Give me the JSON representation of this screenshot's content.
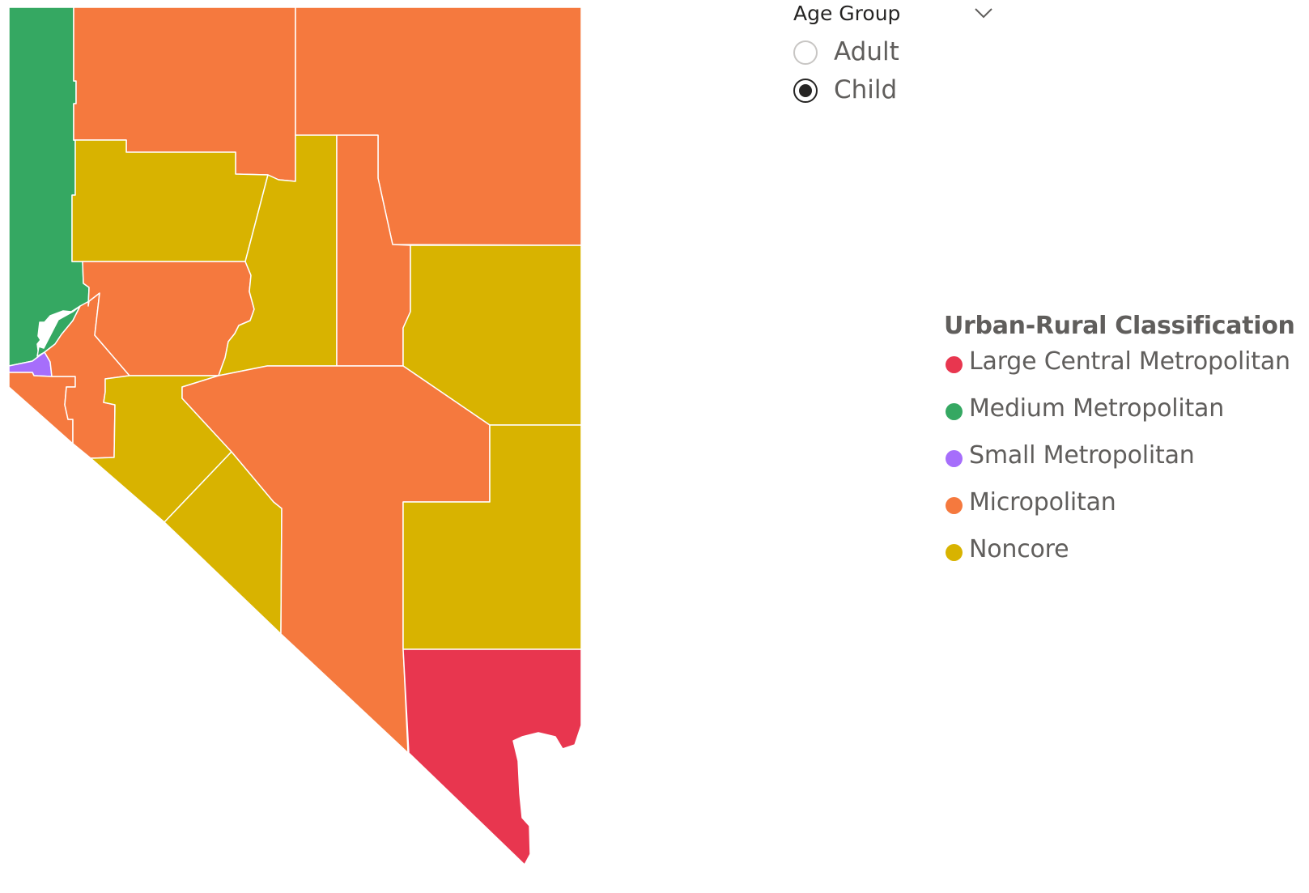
{
  "slicer": {
    "title": "Age Group",
    "options": [
      {
        "label": "Adult",
        "selected": false
      },
      {
        "label": "Child",
        "selected": true
      }
    ],
    "chevron_icon": "chevron-down-icon"
  },
  "legend": {
    "title": "Urban-Rural Classification",
    "items": [
      {
        "label": "Large Central Metropolitan",
        "color": "#E8364F"
      },
      {
        "label": "Medium Metropolitan",
        "color": "#35A862"
      },
      {
        "label": "Small Metropolitan",
        "color": "#A66EFB"
      },
      {
        "label": "Micropolitan",
        "color": "#F5793E"
      },
      {
        "label": "Noncore",
        "color": "#D8B300"
      }
    ]
  },
  "map": {
    "state": "Nevada",
    "counties": [
      {
        "id": "washoe",
        "class": "Medium Metropolitan"
      },
      {
        "id": "storey",
        "class": "Medium Metropolitan"
      },
      {
        "id": "carson-city",
        "class": "Small Metropolitan"
      },
      {
        "id": "douglas",
        "class": "Micropolitan"
      },
      {
        "id": "lyon",
        "class": "Micropolitan"
      },
      {
        "id": "humboldt",
        "class": "Micropolitan"
      },
      {
        "id": "elko",
        "class": "Micropolitan"
      },
      {
        "id": "pershing",
        "class": "Noncore"
      },
      {
        "id": "churchill",
        "class": "Micropolitan"
      },
      {
        "id": "lander",
        "class": "Noncore"
      },
      {
        "id": "eureka",
        "class": "Micropolitan"
      },
      {
        "id": "white-pine",
        "class": "Noncore"
      },
      {
        "id": "mineral",
        "class": "Noncore"
      },
      {
        "id": "esmeralda",
        "class": "Noncore"
      },
      {
        "id": "nye",
        "class": "Micropolitan"
      },
      {
        "id": "lincoln",
        "class": "Noncore"
      },
      {
        "id": "clark",
        "class": "Large Central Metropolitan"
      }
    ]
  }
}
